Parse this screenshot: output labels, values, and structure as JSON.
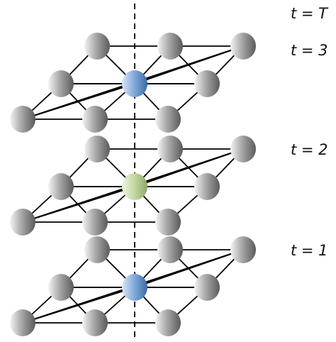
{
  "time_labels": [
    "t = T",
    "t = 3",
    "t = 2",
    "t = 1"
  ],
  "layers": [
    {
      "time_label": "t = 3",
      "center_node": "blue"
    },
    {
      "time_label": "t = 2",
      "center_node": "green"
    },
    {
      "time_label": "t = 1",
      "center_node": "blue"
    }
  ],
  "colors": {
    "gray_node": "#9a9a9a",
    "blue_node": "#7fa8d8",
    "green_node": "#c3d6a0",
    "edge": "#000000",
    "axis": "#000000"
  },
  "axis_style": "dashed-vertical"
}
